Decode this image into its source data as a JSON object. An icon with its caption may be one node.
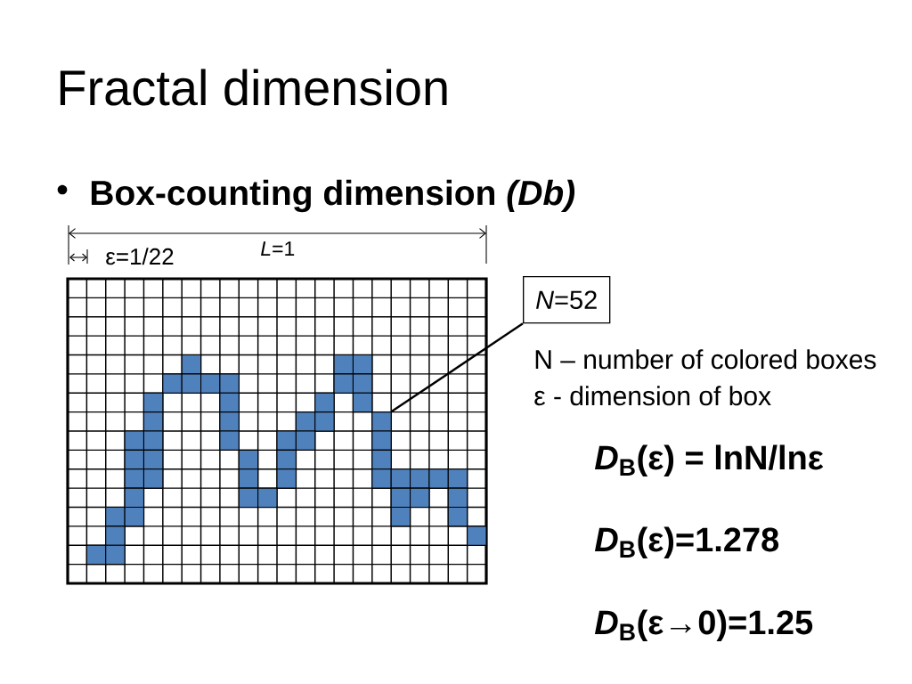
{
  "diagram": {
    "title": "Fractal dimension",
    "nodes": [
      {
        "text": [
          "*N*=52"
        ]
      },
      {
        "text": [],
        "shape": "box"
      },
      {
        "text": [],
        "shape": "box"
      },
      {
        "text": [],
        "shape": "box"
      },
      {
        "text": [],
        "shape": "box"
      },
      {
        "text": [],
        "shape": "box"
      },
      {
        "text": [],
        "shape": "box"
      },
      {
        "text": [],
        "shape": "box"
      },
      {
        "text": [],
        "shape": "box"
      },
      {
        "text": [],
        "shape": "box"
      },
      {
        "text": [],
        "shape": "box"
      },
      {
        "text": [],
        "shape": "box"
      },
      {
        "text": [],
        "shape": "box"
      },
      {
        "text": [],
        "shape": "box"
      },
      {
        "text": [],
        "shape": "box"
      },
      {
        "text": [],
        "shape": "box"
      },
      {
        "text": [],
        "shape": "box"
      },
      {
        "text": [],
        "shape": "box"
      },
      {
        "text": [],
        "shape": "box"
      },
      {
        "text": [],
        "shape": "box"
      },
      {
        "text": [],
        "shape": "box"
      },
      {
        "text": [],
        "shape": "box"
      },
      {
        "text": [],
        "shape": "box"
      },
      {
        "text": [],
        "shape": "box"
      },
      {
        "text": [],
        "shape": "box"
      },
      {
        "text": [],
        "shape": "box"
      },
      {
        "text": [],
        "shape": "box"
      },
      {
        "text": [],
        "shape": "box"
      },
      {
        "text": [],
        "shape": "box"
      },
      {
        "text": [],
        "shape": "box"
      },
      {
        "text": [],
        "shape": "box"
      },
      {
        "text": [],
        "shape": "box"
      },
      {
        "text": [],
        "shape": "box"
      },
      {
        "text": [],
        "shape": "box"
      },
      {
        "text": [],
        "shape": "box"
      },
      {
        "text": [],
        "shape": "box"
      },
      {
        "text": [],
        "shape": "box"
      },
      {
        "text": [],
        "shape": "box"
      },
      {
        "text": [],
        "shape": "box"
      },
      {
        "text": [],
        "shape": "box"
      },
      {
        "text": [],
        "shape": "box"
      },
      {
        "text": [],
        "shape": "box"
      },
      {
        "text": [],
        "shape": "box"
      },
      {
        "text": [],
        "shape": "box"
      },
      {
        "text": [],
        "shape": "box"
      },
      {
        "text": [],
        "shape": "box"
      },
      {
        "text": [],
        "shape": "box"
      },
      {
        "text": [],
        "shape": "box"
      },
      {
        "text": [],
        "shape": "box"
      },
      {
        "text": [],
        "shape": "box"
      },
      {
        "text": [],
        "shape": "box"
      },
      {
        "text": [],
        "shape": "box"
      },
      {
        "text": [],
        "shape": "box"
      }
    ],
    "edges": [
      {
        "from": 0,
        "to": 18,
        "arrow": "none"
      }
    ],
    "labels": [
      "Box-counting dimension *(Db)*",
      "ε=1/22",
      "*L*=1",
      "N – number of colored boxes",
      "ε - dimension of box",
      "*D*$_{B}$(ε) = lnN/lnε",
      "*D*$_{B}$(ε)=1.278",
      "*D*$_{B}$(ε→0)=1.25"
    ]
  }
}
